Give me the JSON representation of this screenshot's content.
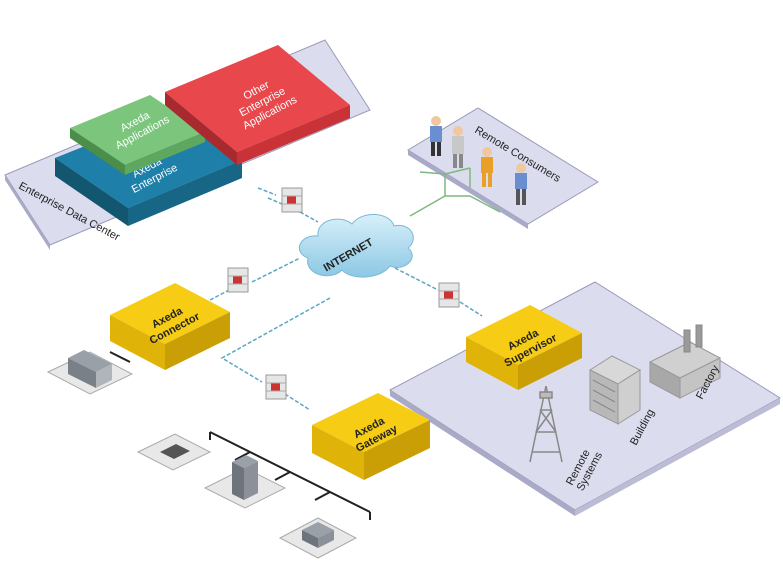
{
  "enterprise": {
    "platform_label": "Enterprise Data Center",
    "applications_line1": "Axeda",
    "applications_line2": "Applications",
    "enterprise_line1": "Axeda",
    "enterprise_line2": "Enterprise",
    "other_line1": "Other",
    "other_line2": "Enterprise",
    "other_line3": "Applications"
  },
  "internet": {
    "label": "INTERNET"
  },
  "consumers": {
    "label": "Remote Consumers"
  },
  "connector": {
    "line1": "Axeda",
    "line2": "Connector"
  },
  "gateway": {
    "line1": "Axeda",
    "line2": "Gateway"
  },
  "supervisor": {
    "line1": "Axeda",
    "line2": "Supervisor"
  },
  "devices": {
    "factory": "Factory",
    "building": "Building",
    "remote_line1": "Remote",
    "remote_line2": "Systems"
  },
  "colors": {
    "platform": "#dcdcef",
    "applications": "#7cc57c",
    "enterprise": "#1e7fa8",
    "other": "#e8474c",
    "yellow_block": "#f6cc14",
    "cloud": "#a8d8ee",
    "firewall": "#c33"
  }
}
